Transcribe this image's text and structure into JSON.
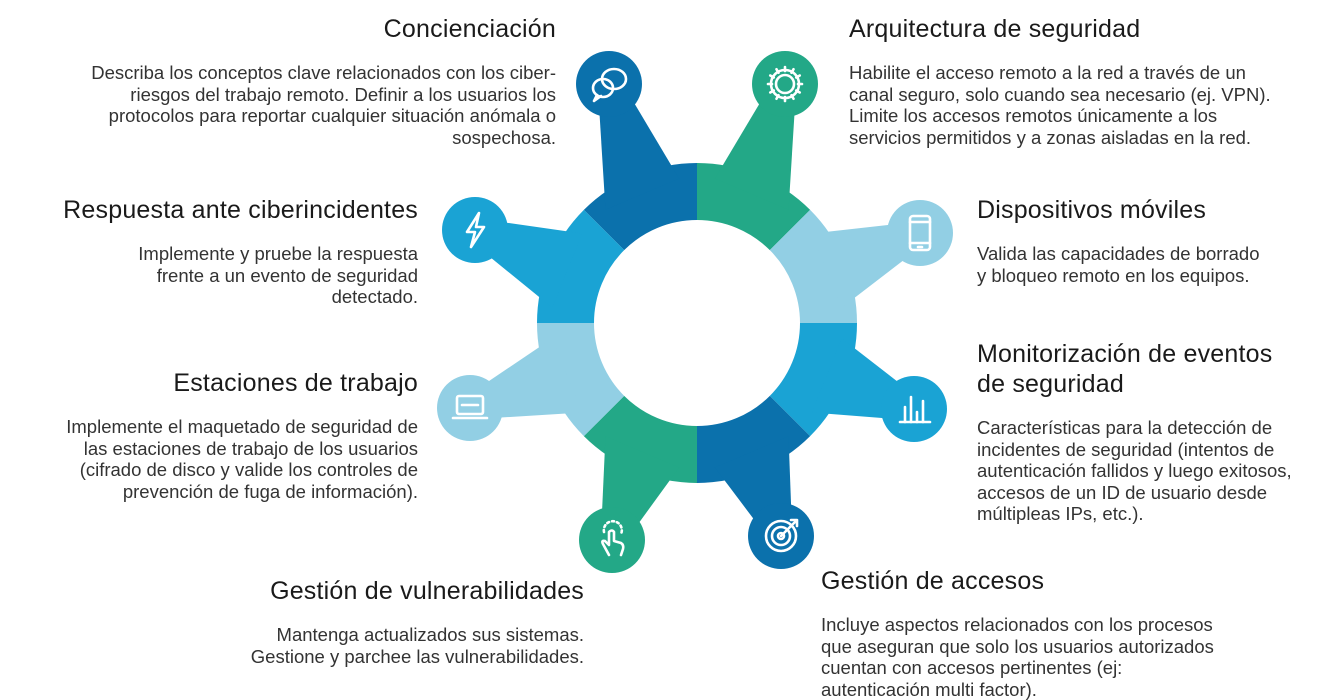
{
  "colors": {
    "dark_blue": "#0b71ac",
    "green": "#23a887",
    "light_blue": "#92cfe4",
    "mid_blue": "#1aa3d4"
  },
  "items": [
    {
      "id": "concienciacion",
      "title": "Concienciación",
      "text": [
        "Describa los conceptos clave relacionados con los ciber-",
        "riesgos del trabajo remoto. Definir a los usuarios los",
        "protocolos para reportar cualquier situación anómala o",
        "sospechosa."
      ],
      "icon": "chat-bubbles-icon",
      "color": "dark_blue"
    },
    {
      "id": "arquitectura",
      "title": "Arquitectura de seguridad",
      "text": [
        "Habilite el acceso remoto a la red a través de un",
        "canal seguro, solo cuando sea necesario (ej. VPN).",
        "Limite los accesos remotos únicamente a los",
        "servicios permitidos y a zonas aisladas en la red."
      ],
      "icon": "gear-icon",
      "color": "green"
    },
    {
      "id": "respuesta",
      "title": "Respuesta ante ciberincidentes",
      "text": [
        "Implemente y pruebe la respuesta",
        "frente a un evento de seguridad",
        "detectado."
      ],
      "icon": "lightning-icon",
      "color": "mid_blue"
    },
    {
      "id": "moviles",
      "title": "Dispositivos móviles",
      "text": [
        "Valida las capacidades de borrado",
        "y bloqueo remoto en los equipos."
      ],
      "icon": "smartphone-icon",
      "color": "light_blue"
    },
    {
      "id": "estaciones",
      "title": "Estaciones de trabajo",
      "text": [
        "Implemente el maquetado de seguridad de",
        "las estaciones de trabajo de los usuarios",
        "(cifrado de disco y valide los controles de",
        "prevención de fuga de información)."
      ],
      "icon": "laptop-icon",
      "color": "light_blue"
    },
    {
      "id": "monitorizacion",
      "title": [
        "Monitorización de eventos",
        "de seguridad"
      ],
      "text": [
        "Características para la detección de",
        "incidentes de seguridad (intentos de",
        "autenticación fallidos y luego exitosos,",
        "accesos de un ID de usuario desde",
        "múltipleas IPs, etc.)."
      ],
      "icon": "bar-chart-icon",
      "color": "mid_blue"
    },
    {
      "id": "vulnerabilidades",
      "title": "Gestión de vulnerabilidades",
      "text": [
        "Mantenga actualizados sus sistemas.",
        "Gestione y parchee las vulnerabilidades."
      ],
      "icon": "touch-hand-icon",
      "color": "green"
    },
    {
      "id": "accesos",
      "title": "Gestión de accesos",
      "text": [
        "Incluye aspectos relacionados con los procesos",
        "que aseguran que solo los usuarios autorizados",
        "cuentan con accesos pertinentes (ej:",
        "autenticación multi factor)."
      ],
      "icon": "target-icon",
      "color": "dark_blue"
    }
  ]
}
